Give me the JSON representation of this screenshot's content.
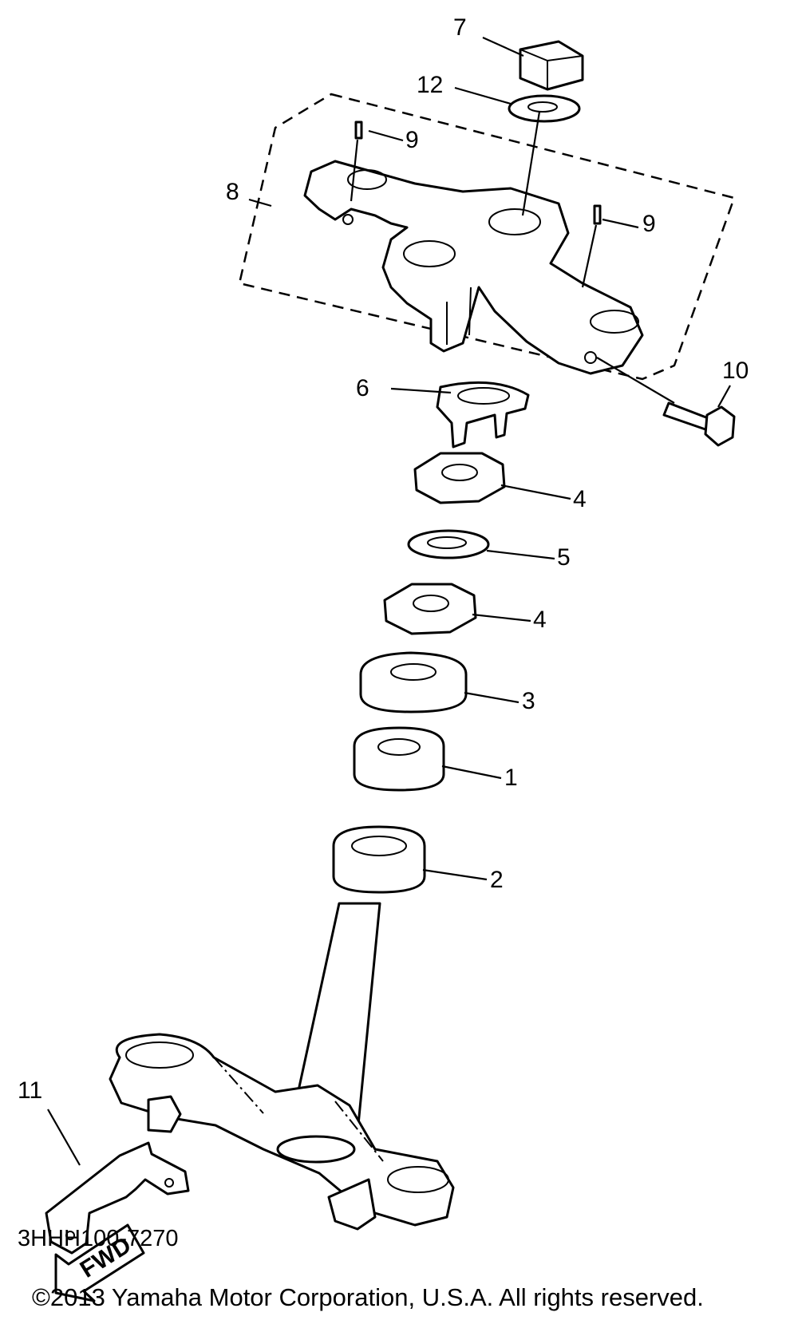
{
  "callouts": [
    {
      "id": "c7",
      "text": "7"
    },
    {
      "id": "c12",
      "text": "12"
    },
    {
      "id": "c9a",
      "text": "9"
    },
    {
      "id": "c8",
      "text": "8"
    },
    {
      "id": "c9b",
      "text": "9"
    },
    {
      "id": "c10",
      "text": "10"
    },
    {
      "id": "c6",
      "text": "6"
    },
    {
      "id": "c4a",
      "text": "4"
    },
    {
      "id": "c5",
      "text": "5"
    },
    {
      "id": "c4b",
      "text": "4"
    },
    {
      "id": "c3",
      "text": "3"
    },
    {
      "id": "c1",
      "text": "1"
    },
    {
      "id": "c2",
      "text": "2"
    },
    {
      "id": "c11",
      "text": "11"
    }
  ],
  "arrow_label": "FWD",
  "diagram_code": "3HHH100-7270",
  "copyright": "©2013 Yamaha Motor Corporation, U.S.A. All rights reserved."
}
